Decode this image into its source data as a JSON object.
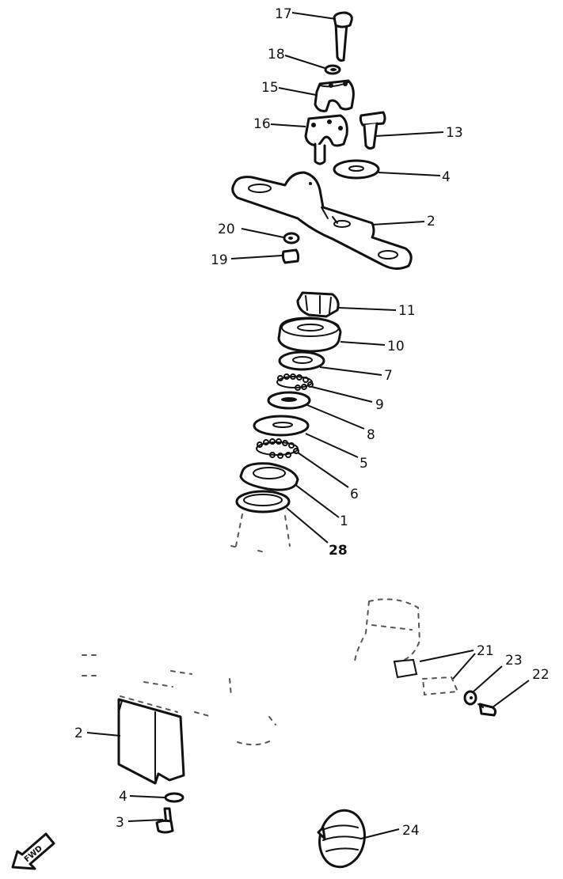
{
  "callouts": {
    "c17": "17",
    "c18": "18",
    "c15": "15",
    "c16": "16",
    "c13": "13",
    "c4_top": "4",
    "c2_top": "2",
    "c20": "20",
    "c19": "19",
    "c11": "11",
    "c10": "10",
    "c7": "7",
    "c9": "9",
    "c8": "8",
    "c5": "5",
    "c6": "6",
    "c1": "1",
    "c28": "28",
    "c21": "21",
    "c23": "23",
    "c22": "22",
    "c2_bottom": "2",
    "c4_bottom": "4",
    "c3": "3",
    "c24": "24"
  },
  "fwd_arrow": {
    "label": "FWD"
  },
  "colors": {
    "ink": "#111111",
    "paper": "#ffffff"
  }
}
